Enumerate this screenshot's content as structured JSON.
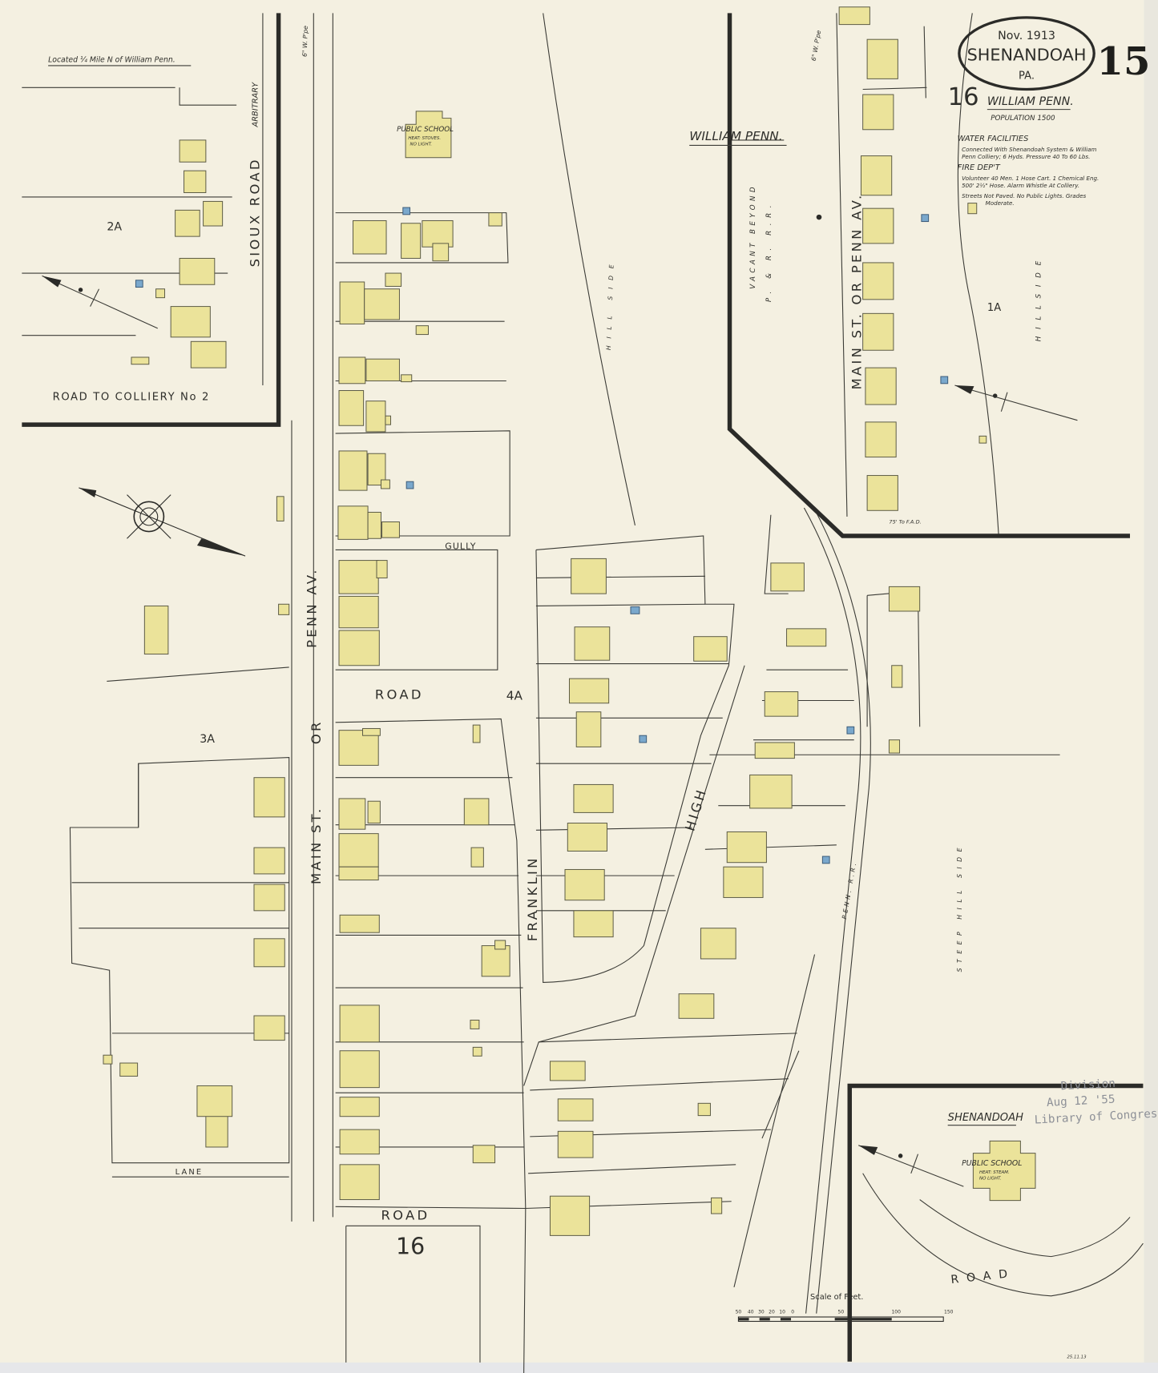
{
  "title_block": {
    "date": "Nov. 1913",
    "city": "SHENANDOAH",
    "state": "PA.",
    "sheet_number": "15",
    "adjacent_sheet": "16"
  },
  "locality": {
    "name": "WILLIAM PENN.",
    "population": "POPULATION 1500",
    "water_heading": "WATER FACILITIES",
    "water_text_1": "Connected With Shenandoah System & William",
    "water_text_2": "Penn Colliery; 6 Hyds. Pressure 40 To 60 Lbs.",
    "fire_heading": "FIRE DEP'T",
    "fire_text_1": "Volunteer 40 Men. 1 Hose Cart. 1 Chemical Eng.",
    "fire_text_2": "500' 2½\" Hose. Alarm Whistle At Colliery.",
    "streets_text_1": "Streets Not Paved. No Public Lights. Grades",
    "streets_text_2": "Moderate."
  },
  "inset_north": {
    "caption": "Located ¼ Mile N of William Penn.",
    "road_colliery": "ROAD TO COLLIERY No 2",
    "sioux_road": "SIOUX ROAD",
    "arbitrary": "ARBITRARY",
    "block": "2A"
  },
  "inset_william_penn": {
    "label": "WILLIAM PENN.",
    "street": "MAIN ST. OR PENN AV.",
    "vacant": "VACANT BEYOND",
    "railroad": "P. & R. R.R.",
    "hillside": "HILLSIDE",
    "block": "1A",
    "sheet_ref": "16",
    "water_pipe": "6\" W. P'pe",
    "fire_ref": "75' To F.A.D."
  },
  "inset_shenandoah": {
    "label": "SHENANDOAH",
    "school": "PUBLIC SCHOOL",
    "school_note_1": "HEAT: STEAM.",
    "school_note_2": "NO LIGHT.",
    "road": "ROAD"
  },
  "main_map": {
    "penn_av": "PENN AV.",
    "or": "OR",
    "main_st": "MAIN ST.",
    "gully": "GULLY",
    "road_upper": "ROAD",
    "block_4a": "4A",
    "block_3a": "3A",
    "lane": "LANE",
    "road_lower": "ROAD",
    "sheet_ref": "16",
    "franklin": "FRANKLIN",
    "high": "HIGH",
    "school": "PUBLIC SCHOOL",
    "school_note_1": "HEAT: STOVES.",
    "school_note_2": "NO LIGHT.",
    "hill_side": "HILL SIDE",
    "steep_hill_side": "STEEP HILL SIDE",
    "penn_rr": "PENN. R.R.",
    "water_pipe": "6\" W. P'pe"
  },
  "stamp": {
    "line_1": "Division",
    "line_2": "Aug 12 '55",
    "line_3": "Library of Congress"
  },
  "scale": {
    "title": "Scale of Feet.",
    "labels": [
      "50",
      "40",
      "30",
      "20",
      "10",
      "0",
      "50",
      "100",
      "150"
    ]
  },
  "initials": "25.11.13",
  "colors": {
    "paper": "#f4f0e1",
    "frame_dwelling": "#ebe39a",
    "brick_blue": "#7aa8cc",
    "ink": "#2e2e2a"
  }
}
